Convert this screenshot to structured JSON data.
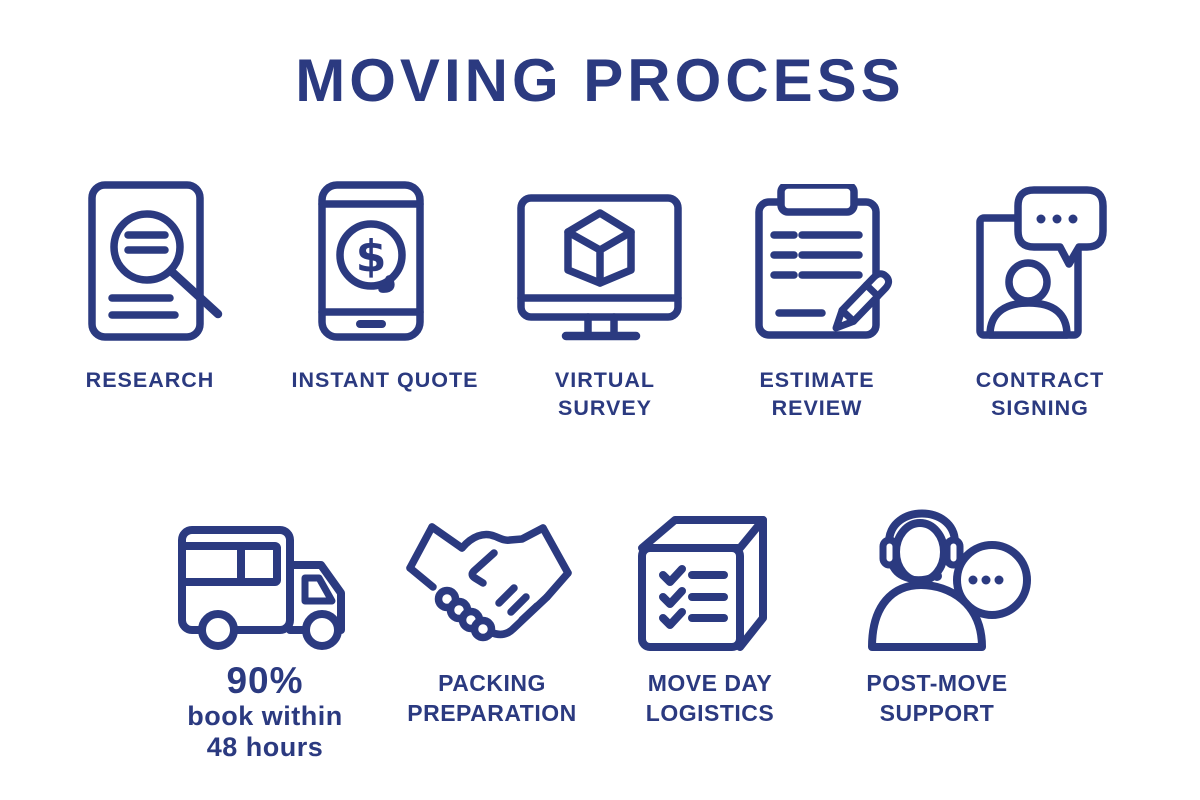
{
  "title": "MOVING PROCESS",
  "colors": {
    "ink": "#2b3a80",
    "background": "#ffffff"
  },
  "glyphs": {
    "dollar": "$"
  },
  "top_steps": [
    {
      "icon": "document-search-icon",
      "lines": [
        "RESEARCH"
      ]
    },
    {
      "icon": "phone-quote-icon",
      "lines": [
        "INSTANT QUOTE"
      ]
    },
    {
      "icon": "monitor-cube-icon",
      "lines": [
        "VIRTUAL",
        "SURVEY"
      ]
    },
    {
      "icon": "clipboard-pencil-icon",
      "lines": [
        "ESTIMATE",
        "REVIEW"
      ]
    },
    {
      "icon": "person-chat-icon",
      "lines": [
        "CONTRACT",
        "SIGNING"
      ]
    }
  ],
  "timeline": {
    "node_count": 5
  },
  "bottom_steps": [
    {
      "icon": "moving-truck-icon",
      "stat": "90%",
      "lines": [
        "book within",
        "48 hours"
      ]
    },
    {
      "icon": "handshake-icon",
      "lines": [
        "PACKING",
        "PREPARATION"
      ]
    },
    {
      "icon": "box-checklist-icon",
      "lines": [
        "MOVE DAY",
        "LOGISTICS"
      ]
    },
    {
      "icon": "headset-agent-icon",
      "lines": [
        "POST-MOVE",
        "SUPPORT"
      ]
    }
  ]
}
